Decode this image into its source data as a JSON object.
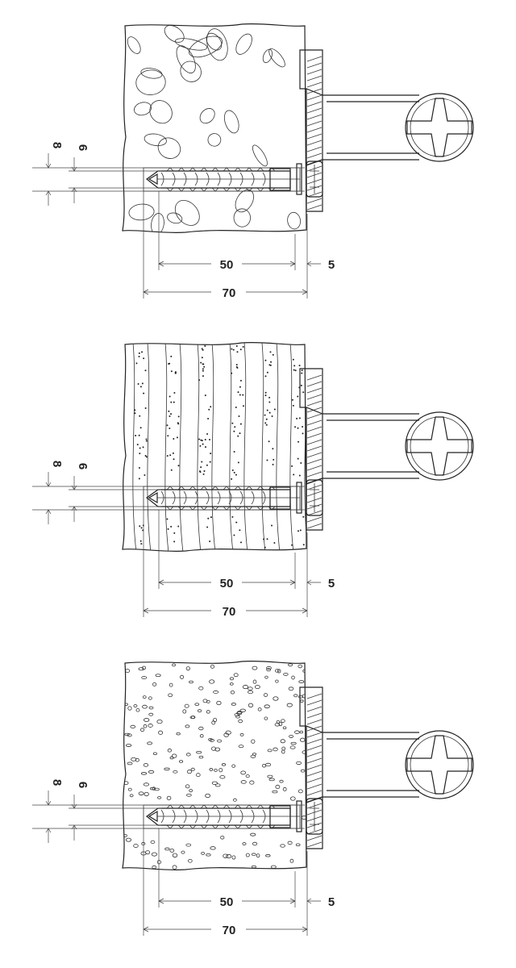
{
  "panels": [
    {
      "wall_texture": "stone",
      "dims": {
        "outer_diameter": "8",
        "drill_diameter": "6",
        "anchor_length": "50",
        "plate_thickness": "5",
        "total_depth": "70"
      }
    },
    {
      "wall_texture": "perforated-brick",
      "dims": {
        "outer_diameter": "8",
        "drill_diameter": "6",
        "anchor_length": "50",
        "plate_thickness": "5",
        "total_depth": "70"
      }
    },
    {
      "wall_texture": "aerated-concrete",
      "dims": {
        "outer_diameter": "8",
        "drill_diameter": "6",
        "anchor_length": "50",
        "plate_thickness": "5",
        "total_depth": "70"
      }
    }
  ]
}
